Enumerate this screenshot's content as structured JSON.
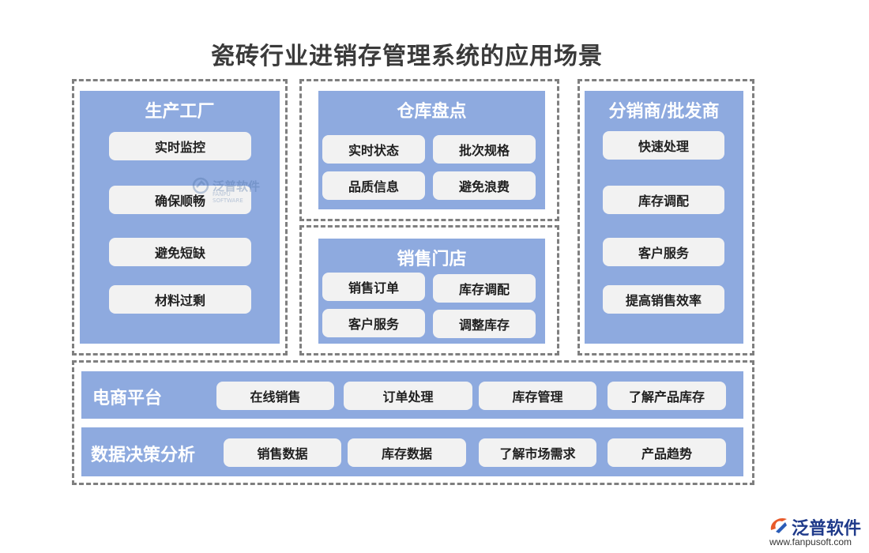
{
  "title": "瓷砖行业进销存管理系统的应用场景",
  "factory": {
    "title": "生产工厂",
    "items": [
      "实时监控",
      "确保顺畅",
      "避免短缺",
      "材料过剩"
    ]
  },
  "warehouse": {
    "title": "仓库盘点",
    "items": [
      "实时状态",
      "批次规格",
      "品质信息",
      "避免浪费"
    ]
  },
  "store": {
    "title": "销售门店",
    "items": [
      "销售订单",
      "库存调配",
      "客户服务",
      "调整库存"
    ]
  },
  "distributor": {
    "title": "分销商/批发商",
    "items": [
      "快速处理",
      "库存调配",
      "客户服务",
      "提高销售效率"
    ]
  },
  "ecommerce": {
    "title": "电商平台",
    "items": [
      "在线销售",
      "订单处理",
      "库存管理",
      "了解产品库存"
    ]
  },
  "analytics": {
    "title": "数据决策分析",
    "items": [
      "销售数据",
      "库存数据",
      "了解市场需求",
      "产品趋势"
    ]
  },
  "watermark": {
    "name": "泛普软件",
    "sub": "FANPU SOFTWARE"
  },
  "logo": {
    "name": "泛普软件",
    "url": "www.fanpusoft.com",
    "icon": "fanpu-logo-icon"
  },
  "colors": {
    "panel": "#8eaadf",
    "button": "#f2f2f2",
    "dash": "#7f7f7f",
    "title": "#3a3a3a"
  }
}
